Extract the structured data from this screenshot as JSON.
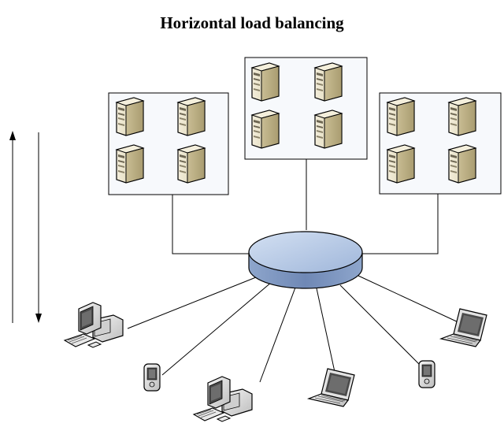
{
  "title": "Horizontal load balancing",
  "colors": {
    "background": "#ffffff",
    "rack_fill": "#f7f9fc",
    "rack_grid": "#c6d2e4",
    "hub_top": "#b8cbe6",
    "hub_side": "#7f97c0",
    "server_body": "#e9e2c8",
    "device_body": "#e6e6e6",
    "screen": "#4a4a4a"
  },
  "racks": [
    {
      "name": "server-rack-left",
      "servers": 4
    },
    {
      "name": "server-rack-center",
      "servers": 4
    },
    {
      "name": "server-rack-right",
      "servers": 4
    }
  ],
  "hub": {
    "icon": "network-hub-icon"
  },
  "clients": [
    {
      "name": "desktop-pc-left",
      "icon": "desktop-computer-icon"
    },
    {
      "name": "pda-left",
      "icon": "pda-icon"
    },
    {
      "name": "desktop-pc-center",
      "icon": "desktop-computer-icon"
    },
    {
      "name": "laptop-center",
      "icon": "laptop-icon"
    },
    {
      "name": "pda-right",
      "icon": "pda-icon"
    },
    {
      "name": "laptop-right",
      "icon": "laptop-icon"
    }
  ],
  "arrows": [
    {
      "name": "arrow-up",
      "direction": "up"
    },
    {
      "name": "arrow-down",
      "direction": "down"
    }
  ]
}
